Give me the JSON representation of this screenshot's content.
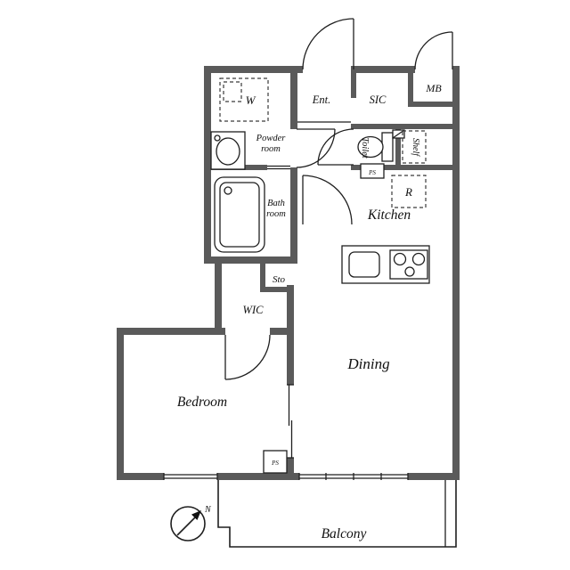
{
  "colors": {
    "wall": "#5a5a5a",
    "line": "#1f1f1f",
    "background": "#ffffff"
  },
  "rooms": {
    "entrance": "Ent.",
    "shoe_in_closet": "SIC",
    "meter_box": "MB",
    "washer": "W",
    "powder_room": {
      "line1": "Powder",
      "line2": "room"
    },
    "toilet": "Toilet",
    "shelf": "Shelf",
    "bath_room": {
      "line1": "Bath",
      "line2": "room"
    },
    "kitchen": "Kitchen",
    "refrigerator": "R",
    "storage": "Sto",
    "walk_in_closet": "WIC",
    "dining": "Dining",
    "bedroom": "Bedroom",
    "balcony": "Balcony",
    "pipe_space_1": "PS",
    "pipe_space_2": "PS",
    "compass_north": "N"
  }
}
